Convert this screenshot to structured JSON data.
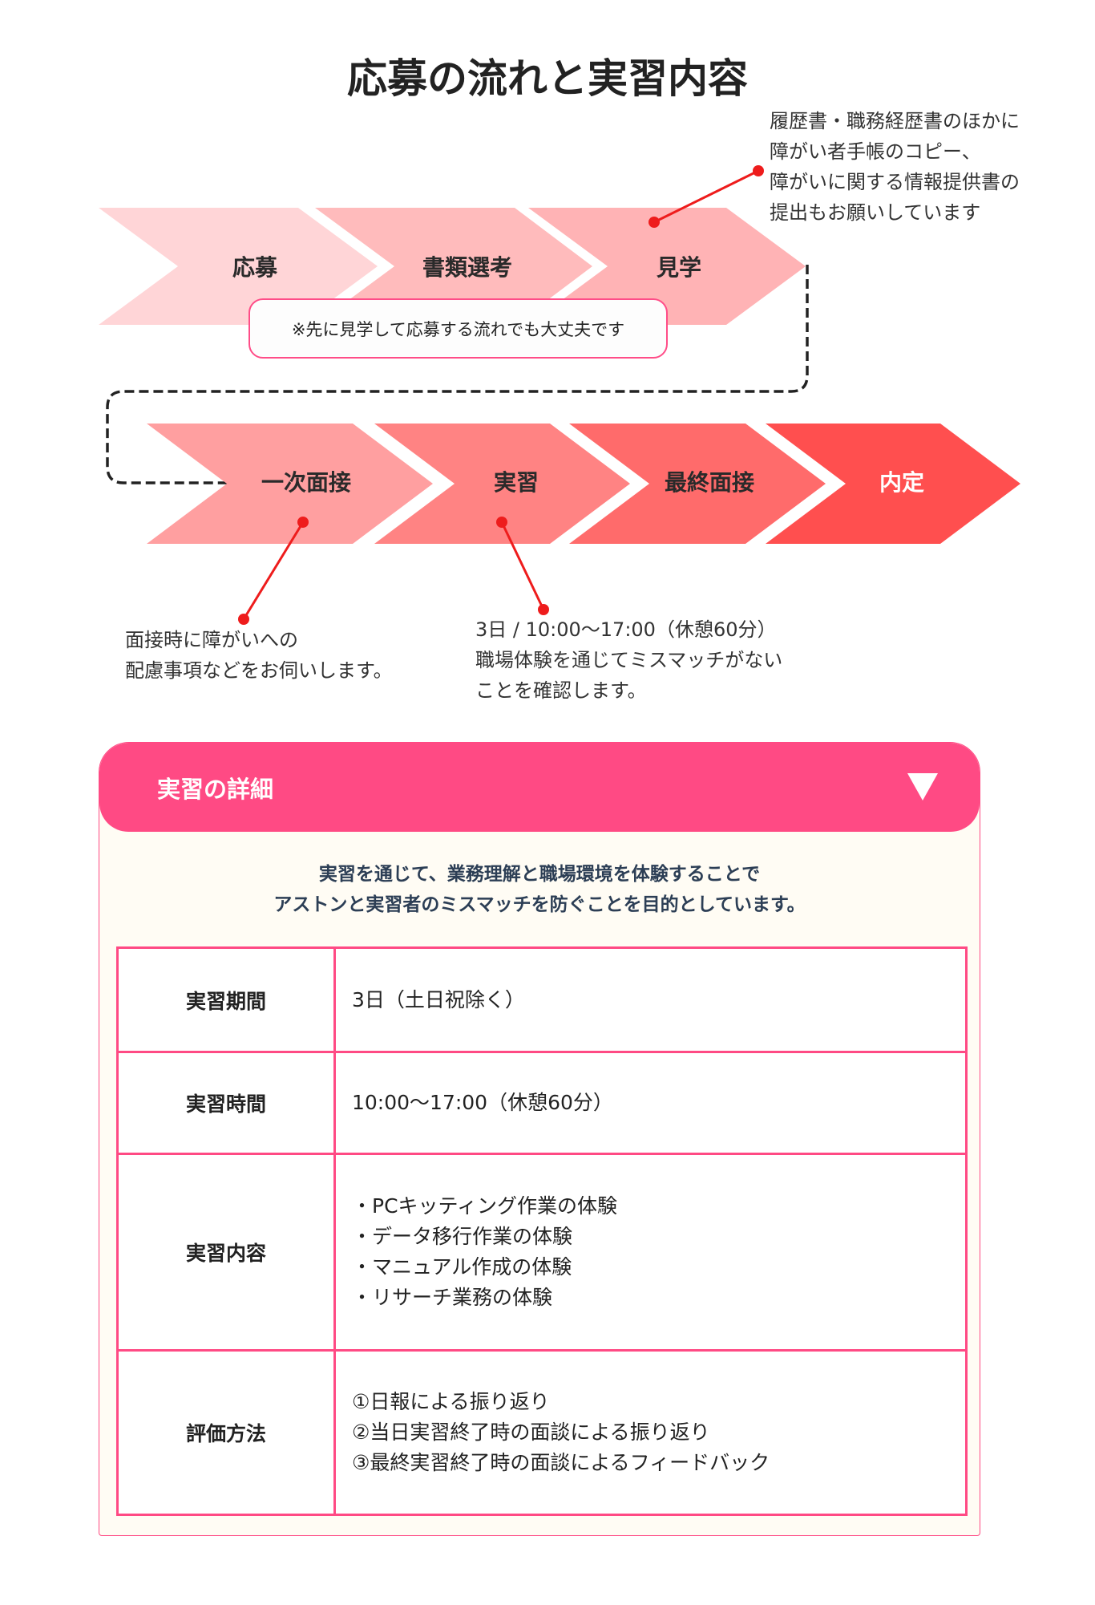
{
  "title": "応募の流れと実習内容",
  "steps_row1": [
    "応募",
    "書類選考",
    "見学"
  ],
  "steps_row2": [
    "一次面接",
    "実習",
    "最終面接",
    "内定"
  ],
  "note_box": "※先に見学して応募する流れでも大丈夫です",
  "annotations": {
    "visit": [
      "履歴書・職務経歴書のほかに",
      "障がい者手帳のコピー、",
      "障がいに関する情報提供書の",
      "提出もお願いしています"
    ],
    "interview": [
      "面接時に障がいへの",
      "配慮事項などをお伺いします。"
    ],
    "internship": [
      "3日 / 10:00〜17:00（休憩60分）",
      "職場体験を通じてミスマッチがない",
      "ことを確認します。"
    ]
  },
  "colors": {
    "accent": "#ff4a84",
    "dot": "#ee1c1c",
    "row1": [
      "#ffd5d7",
      "#ffbbbc",
      "#ffb3b5"
    ],
    "row2": [
      "#ff9fa0",
      "#ff8383",
      "#ff6b6b",
      "#ff4f4f"
    ]
  },
  "details": {
    "header": "実習の詳細",
    "toggle_icon": "triangle-down",
    "intro": [
      "実習を通じて、業務理解と職場環境を体験することで",
      "アストンと実習者のミスマッチを防ぐことを目的としています。"
    ],
    "rows": [
      {
        "label": "実習期間",
        "lines": [
          "3日（土日祝除く）"
        ]
      },
      {
        "label": "実習時間",
        "lines": [
          "10:00〜17:00（休憩60分）"
        ]
      },
      {
        "label": "実習内容",
        "lines": [
          "・PCキッティング作業の体験",
          "・データ移行作業の体験",
          "・マニュアル作成の体験",
          "・リサーチ業務の体験"
        ]
      },
      {
        "label": "評価方法",
        "lines": [
          "①日報による振り返り",
          "②当日実習終了時の面談による振り返り",
          "③最終実習終了時の面談によるフィードバック"
        ]
      }
    ]
  }
}
